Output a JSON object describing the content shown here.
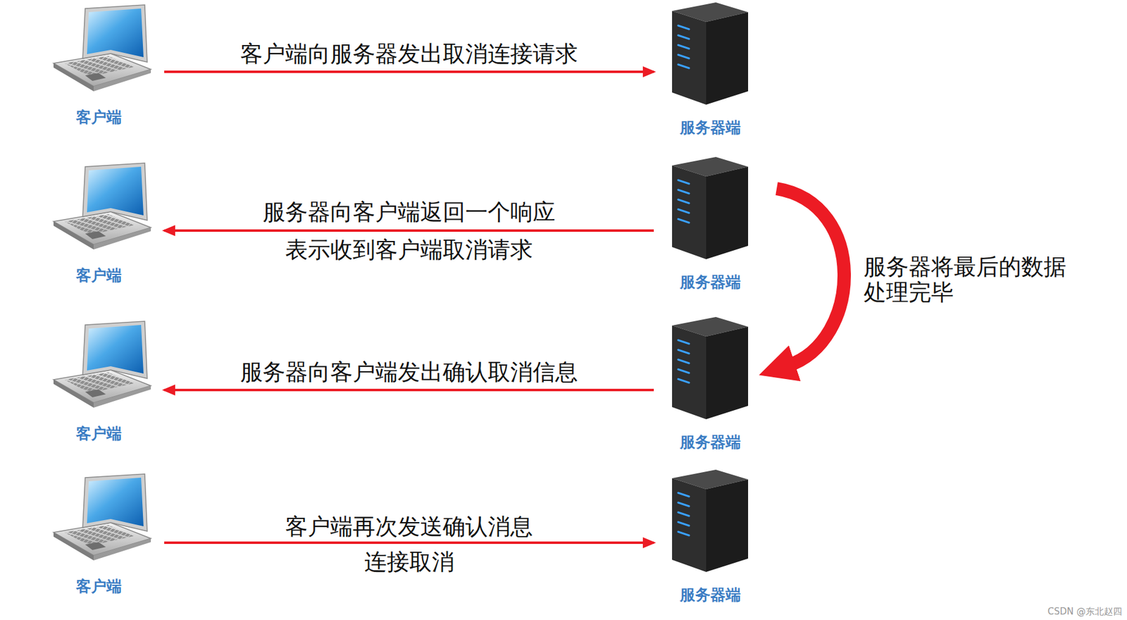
{
  "diagram": {
    "nodes": [
      {
        "text": [
          "客户端"
        ]
      },
      {
        "text": [
          "服务器端"
        ]
      },
      {
        "text": [
          "客户端"
        ]
      },
      {
        "text": [
          "服务器端"
        ]
      },
      {
        "text": [
          "客户端"
        ]
      },
      {
        "text": [
          "服务器端"
        ]
      },
      {
        "text": [
          "客户端"
        ]
      },
      {
        "text": [
          "服务器端"
        ]
      }
    ],
    "edges": [
      {
        "from": 0,
        "to": 1,
        "arrow": "to",
        "label": "客户端向服务器发出取消连接请求"
      },
      {
        "from": 3,
        "to": 2,
        "arrow": "to",
        "label": "服务器向客户端返回一个响应 表示收到客户端取消请求"
      },
      {
        "from": 5,
        "to": 4,
        "arrow": "to",
        "label": "服务器向客户端发出确认取消信息"
      },
      {
        "from": 6,
        "to": 7,
        "arrow": "to",
        "label": "客户端再次发送确认消息 连接取消"
      },
      {
        "from": 3,
        "to": 5,
        "arrow": "to",
        "label": "服务器将最后的数据 处理完毕"
      }
    ],
    "labels": [
      "CSDN @东北赵四"
    ]
  }
}
